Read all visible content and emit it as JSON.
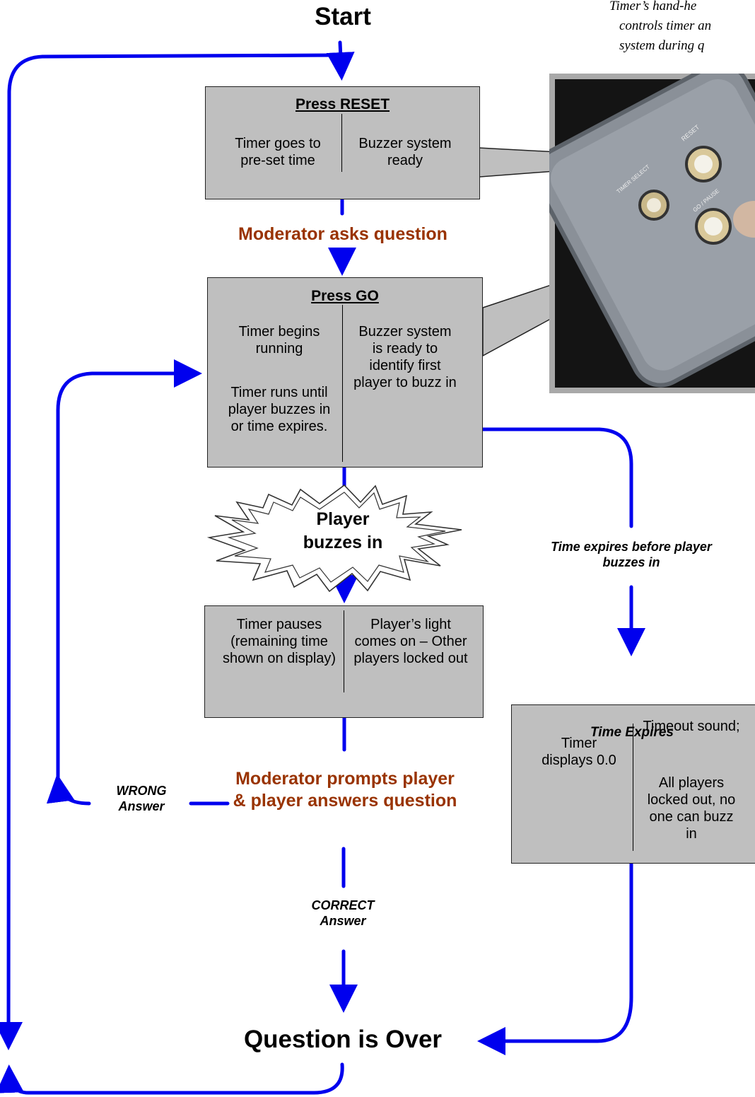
{
  "start_label": "Start",
  "caption_lines": [
    "Timer’s hand-he",
    "controls timer an",
    "system during q"
  ],
  "reset_box": {
    "title": "Press RESET",
    "left": "Timer goes to pre-set  time",
    "right": "Buzzer system ready"
  },
  "moderator_asks": "Moderator asks question",
  "go_box": {
    "title": "Press GO",
    "left_top": "Timer begins running",
    "left_bottom": "Timer runs until player buzzes in or time expires.",
    "right": "Buzzer system is ready to identify first player to buzz in"
  },
  "player_buzzes": "Player buzzes in",
  "pause_box": {
    "left": "Timer pauses (remaining time shown on display)",
    "right": "Player’s light comes on – Other players locked out"
  },
  "time_expires_label": "Time expires before player buzzes in",
  "expires_box": {
    "title": "Time Expires",
    "left": "Timer displays 0.0",
    "right_top": "Timeout sound;",
    "right_bottom": "All players locked out, no one can buzz in"
  },
  "moderator_prompts": "Moderator prompts player & player answers question",
  "wrong_label": "WRONG Answer",
  "correct_label": "CORRECT Answer",
  "question_over": "Question is Over",
  "device": {
    "reset_label": "RESET",
    "timer_select_label": "TIMER SELECT",
    "go_pause_label": "GO / PAUSE"
  },
  "colors": {
    "arrow": "#0000ee",
    "box_fill": "#bfbfbf",
    "moderator_text": "#993300"
  }
}
